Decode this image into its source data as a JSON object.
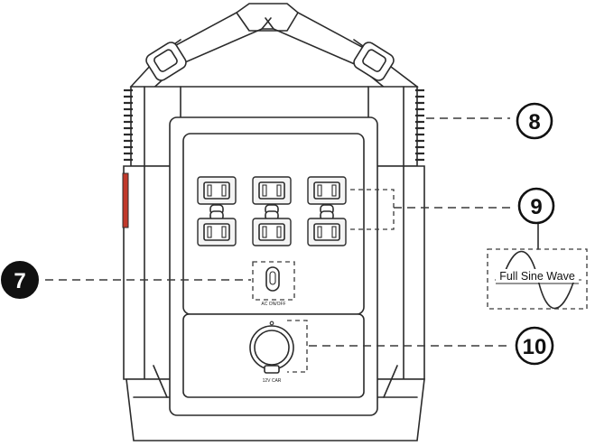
{
  "callouts": [
    {
      "number": "7",
      "style": "filled"
    },
    {
      "number": "8",
      "style": "outline"
    },
    {
      "number": "9",
      "style": "outline"
    },
    {
      "number": "10",
      "style": "outline"
    }
  ],
  "labels": {
    "power_button": "AC ON/OFF",
    "dc_port": "12V CAR",
    "sine_wave": "Full Sine Wave"
  },
  "outlets": {
    "rows": 2,
    "columns": 3
  },
  "colors": {
    "line": "#2b2b2b",
    "callout_fill": "#111111",
    "accent_red": "#c0392b"
  }
}
